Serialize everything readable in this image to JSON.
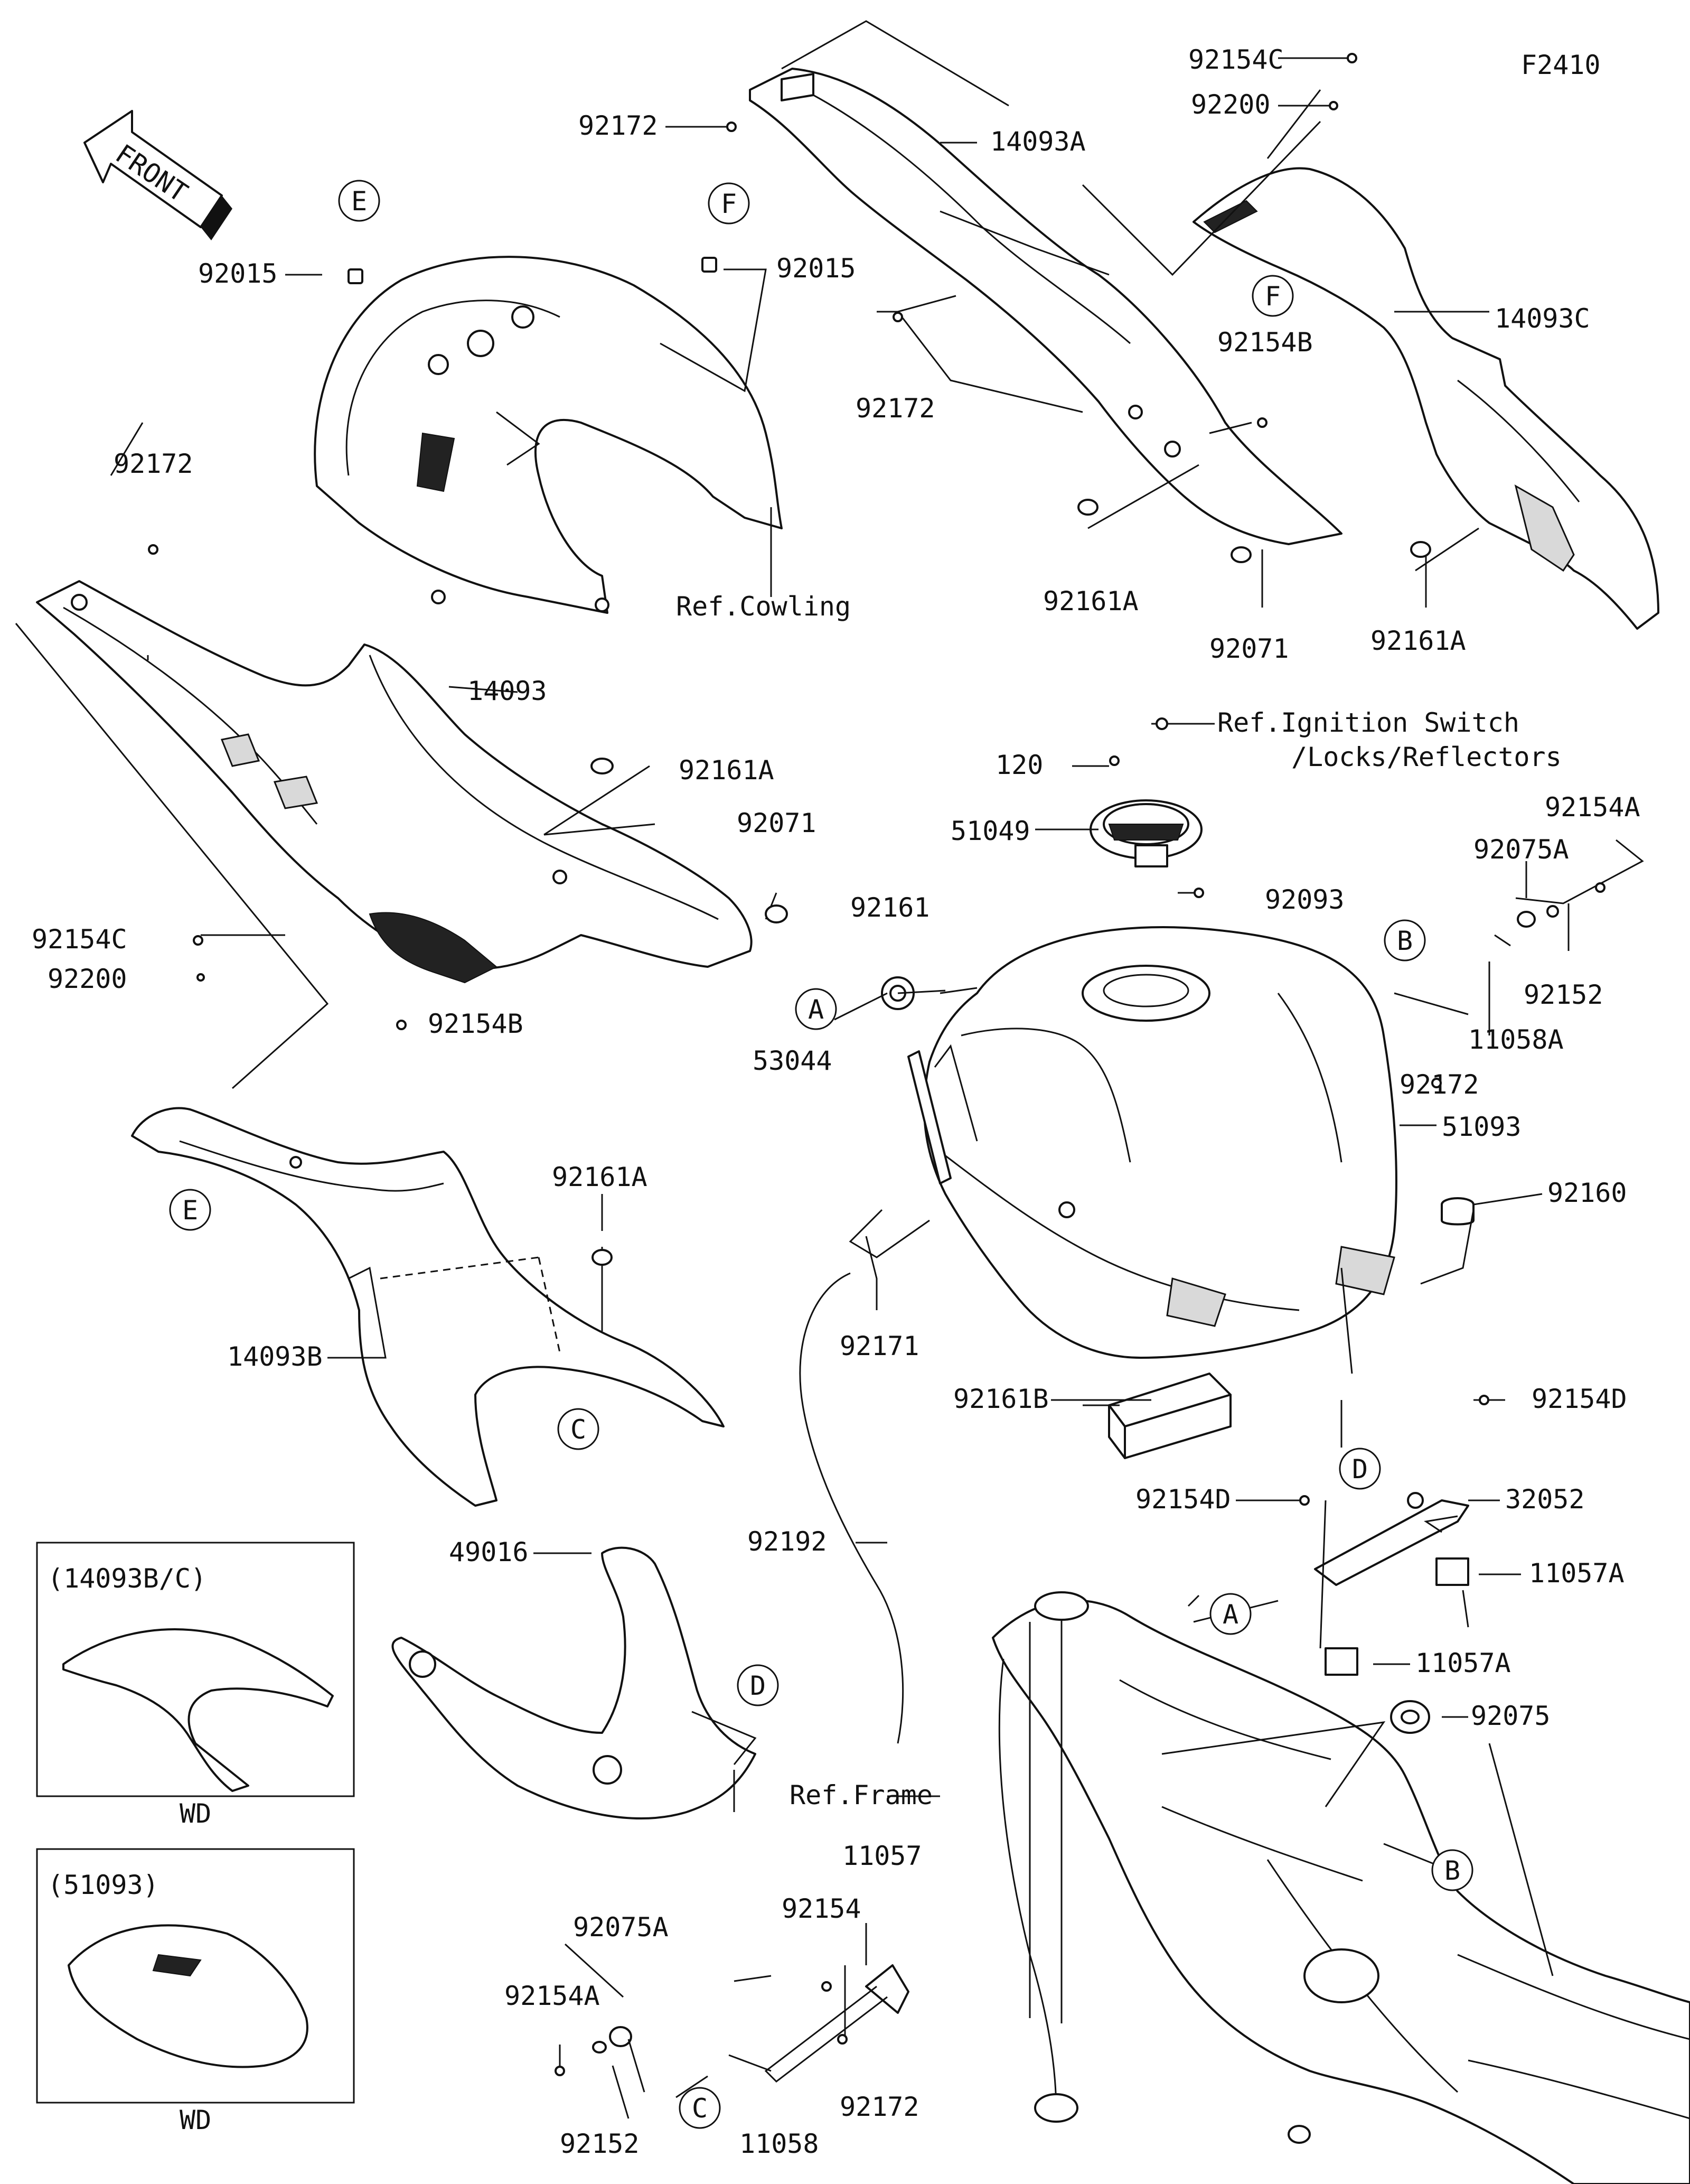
{
  "figure_code": "F2410",
  "front_marker": "FRONT",
  "insets": [
    {
      "header": "(14093B/C)",
      "footer": "WD"
    },
    {
      "header": "(51093)",
      "footer": "WD"
    }
  ],
  "reference_letters": {
    "A": "A",
    "B": "B",
    "C": "C",
    "D": "D",
    "E": "E",
    "F": "F"
  },
  "labels": {
    "l_92154C_top": "92154C",
    "l_92200_top": "92200",
    "l_92172_top": "92172",
    "l_14093A": "14093A",
    "l_92015_left": "92015",
    "l_92015_mid": "92015",
    "l_92172_mid": "92172",
    "l_92154B_top": "92154B",
    "l_14093C": "14093C",
    "l_92172_left": "92172",
    "l_ref_cowling": "Ref.Cowling",
    "l_92161A_mid": "92161A",
    "l_92071_mid": "92071",
    "l_92161A_right": "92161A",
    "l_14093": "14093",
    "l_92161A_left": "92161A",
    "l_ref_ignition_1": "Ref.Ignition Switch",
    "l_ref_ignition_2": "/Locks/Reflectors",
    "l_120": "120",
    "l_51049": "51049",
    "l_92093": "92093",
    "l_92154A_right": "92154A",
    "l_92075A_right": "92075A",
    "l_92071_left": "92071",
    "l_92161": "92161",
    "l_92154C_left": "92154C",
    "l_92200_left": "92200",
    "l_92154B_left": "92154B",
    "l_92152_right": "92152",
    "l_11058A": "11058A",
    "l_53044": "53044",
    "l_92172_right": "92172",
    "l_51093": "51093",
    "l_92161A_low": "92161A",
    "l_92160": "92160",
    "l_14093B": "14093B",
    "l_92171": "92171",
    "l_92154D_right": "92154D",
    "l_92161B": "92161B",
    "l_92154D_left": "92154D",
    "l_32052": "32052",
    "l_92192": "92192",
    "l_11057A_right": "11057A",
    "l_49016": "49016",
    "l_11057A_low": "11057A",
    "l_92075": "92075",
    "l_ref_frame": "Ref.Frame",
    "l_11057": "11057",
    "l_92154_low": "92154",
    "l_92075A_low": "92075A",
    "l_92154A_low": "92154A",
    "l_92152_low": "92152",
    "l_11058": "11058",
    "l_92172_low": "92172"
  }
}
